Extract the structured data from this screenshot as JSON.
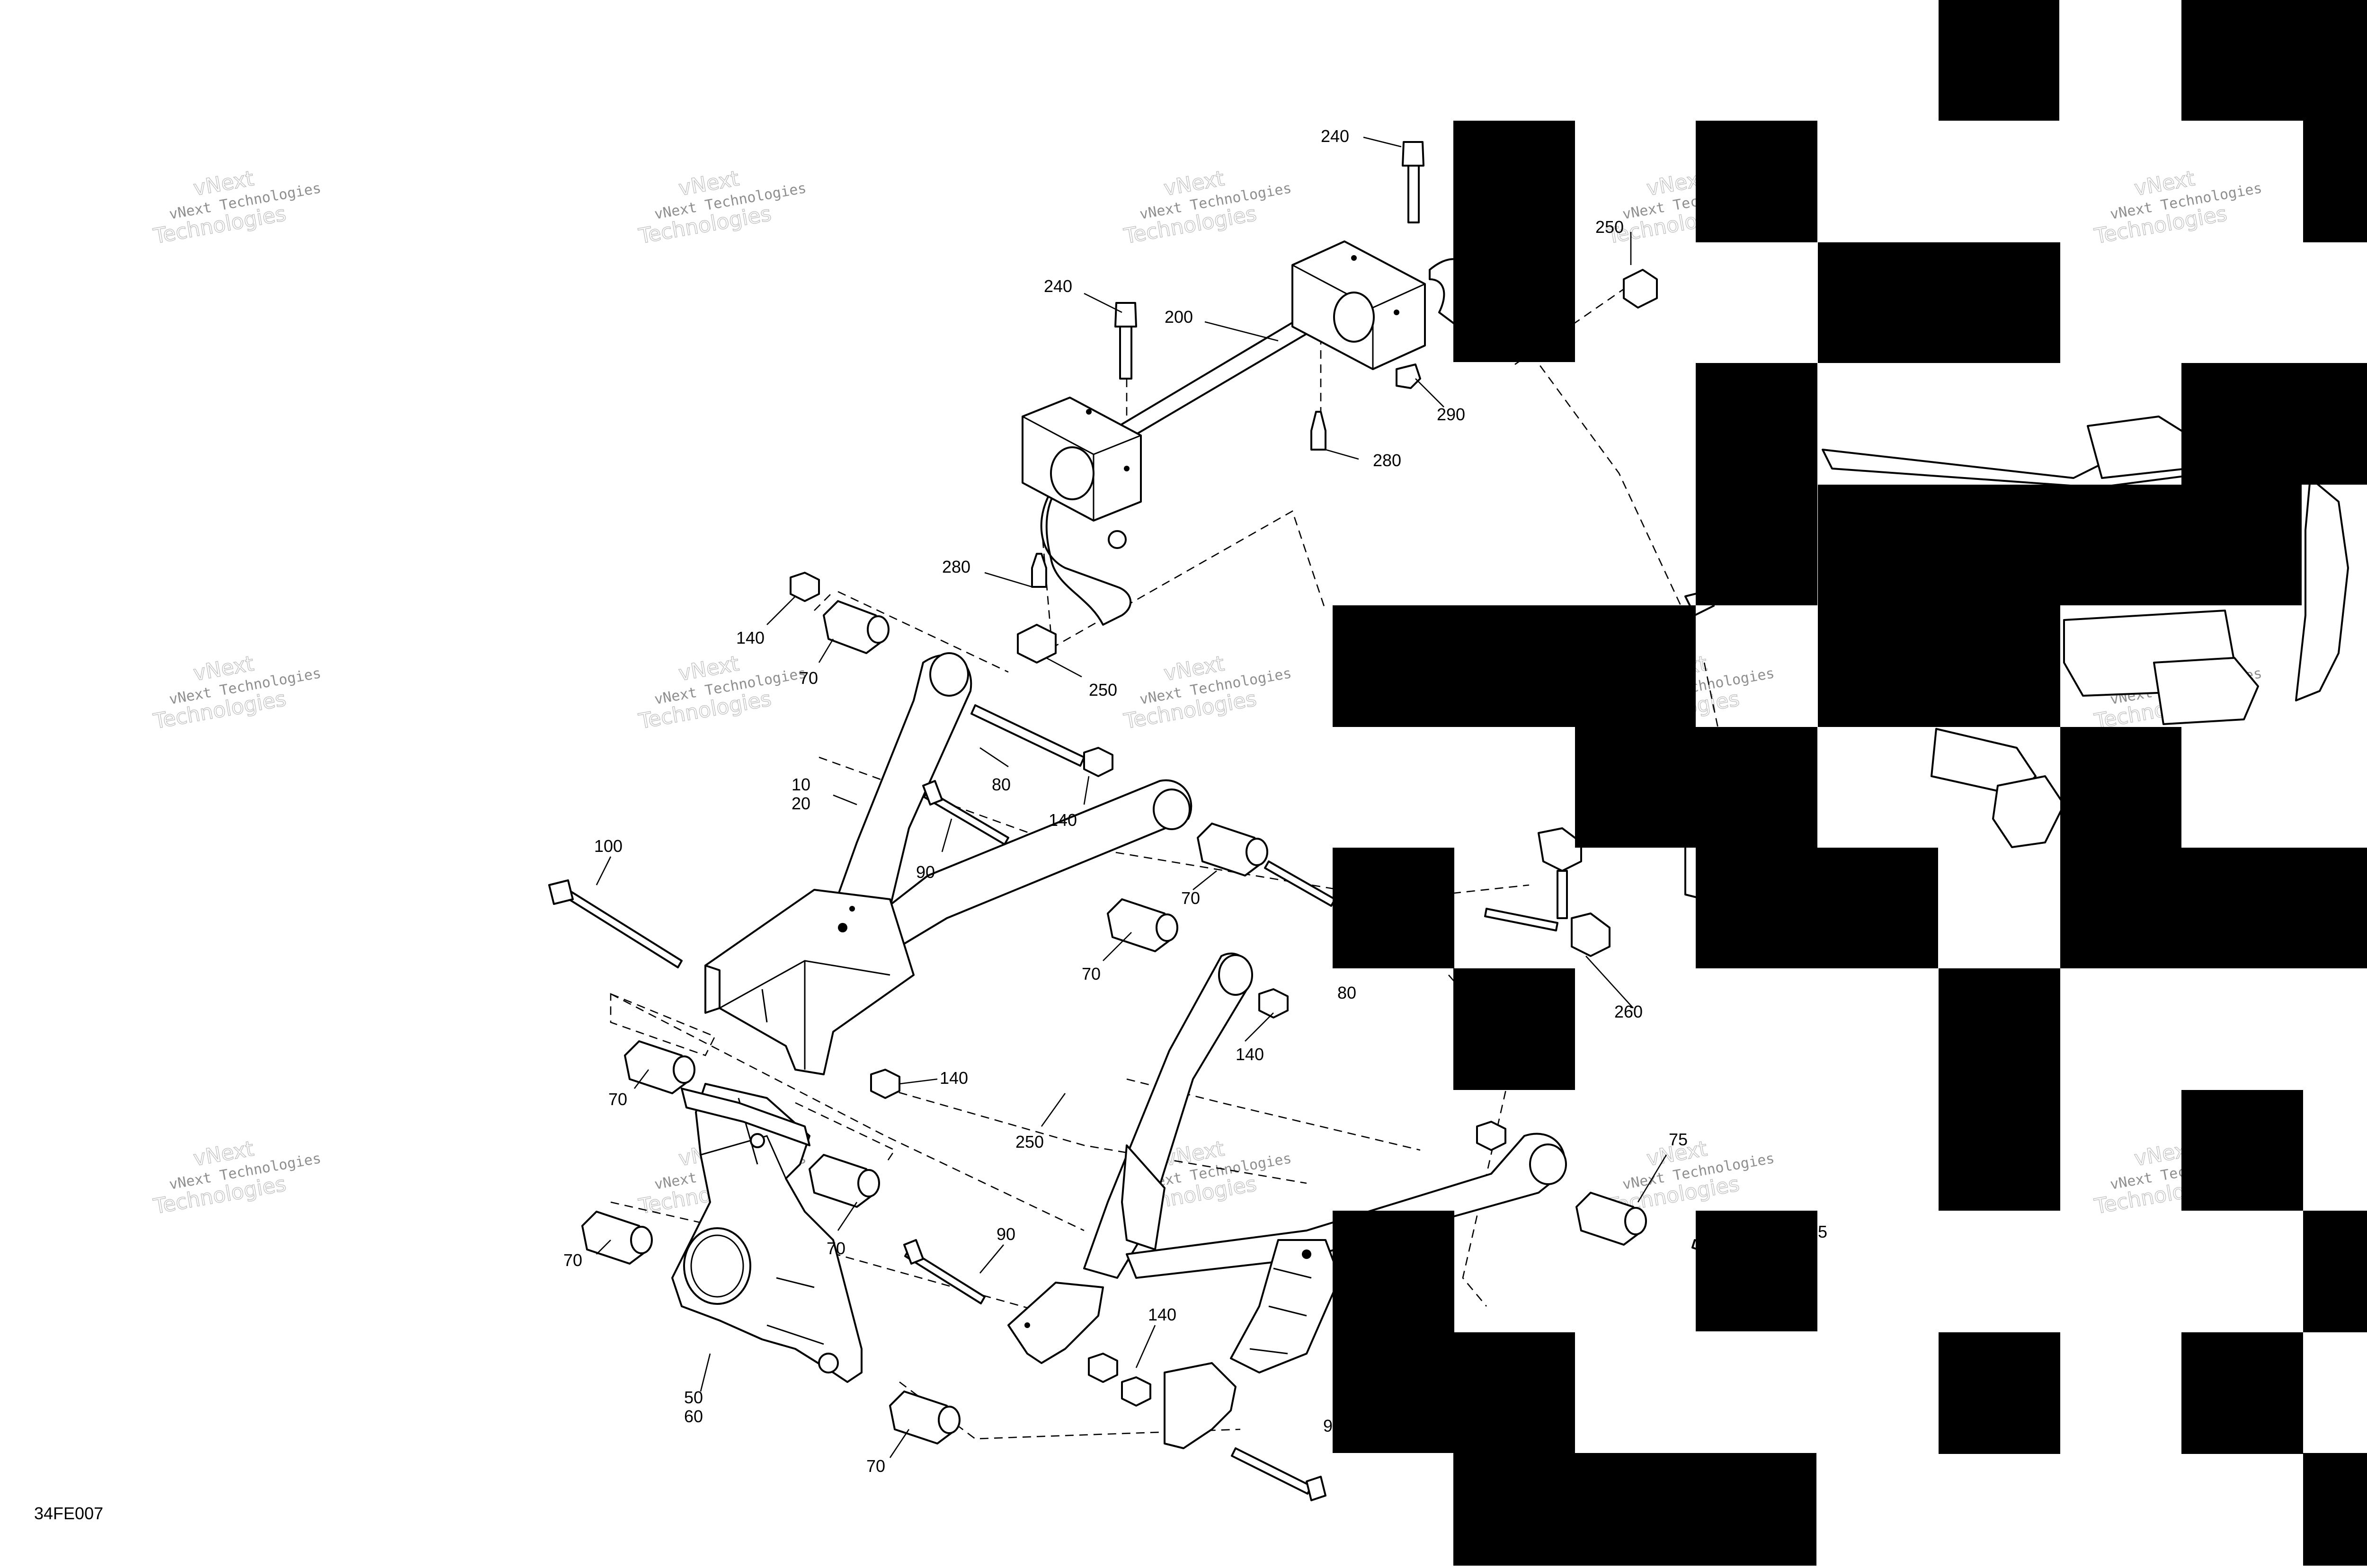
{
  "diagram": {
    "figure_code": "34FE007",
    "watermark": {
      "line1": "vNext Technologies",
      "line2": "Technologies",
      "line3": "vNext"
    },
    "callouts": [
      "240",
      "240",
      "200",
      "250",
      "250",
      "290",
      "280",
      "280",
      "140",
      "140",
      "140",
      "140",
      "140",
      "70",
      "70",
      "70",
      "70",
      "70",
      "70",
      "70",
      "10",
      "20",
      "80",
      "80",
      "90",
      "90",
      "100",
      "250",
      "260",
      "75",
      "50",
      "60",
      "85",
      "9"
    ]
  }
}
